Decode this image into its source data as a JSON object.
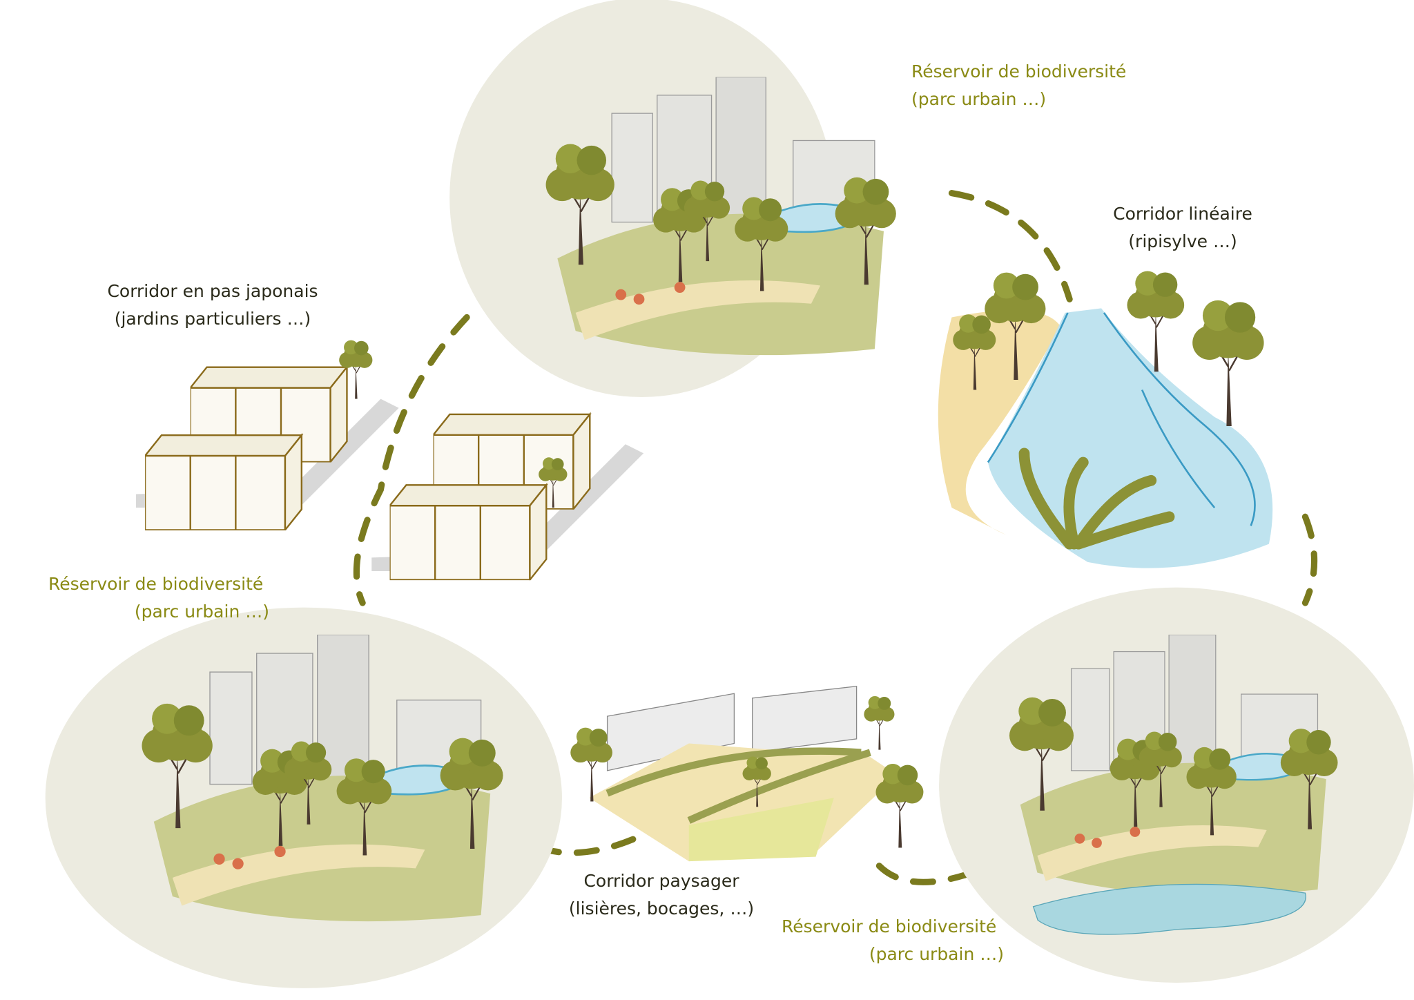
{
  "labels": {
    "reservoir_top": {
      "title": "Réservoir de biodiversité",
      "subtitle": "(parc urbain …)"
    },
    "corridor_lineaire": {
      "title": "Corridor linéaire",
      "subtitle": "(ripisylve …)"
    },
    "corridor_japonais": {
      "title": "Corridor en pas japonais",
      "subtitle": "(jardins particuliers …)"
    },
    "reservoir_left": {
      "title": "Réservoir de biodiversité",
      "subtitle": "(parc urbain …)"
    },
    "corridor_paysager": {
      "title": "Corridor paysager",
      "subtitle": "(lisières, bocages, …)"
    },
    "reservoir_bottom": {
      "title": "Réservoir de biodiversité",
      "subtitle": "(parc urbain …)"
    }
  },
  "colors": {
    "olive_text": "#8a8a14",
    "dark_text": "#2a2a1a",
    "park_bg": "#ecebe0",
    "foliage": "#8c9236",
    "water": "#bfe3ef",
    "dash": "#7a7a1e"
  }
}
